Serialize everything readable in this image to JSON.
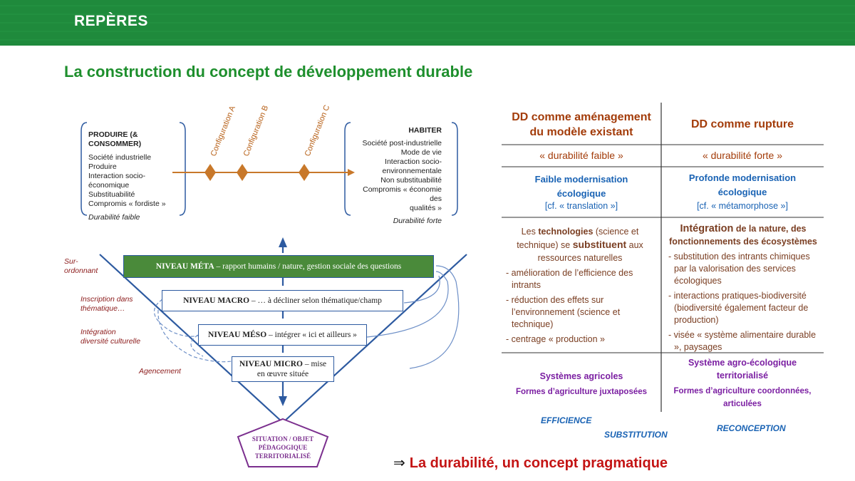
{
  "banner": {
    "title": "REPÈRES"
  },
  "slide_title": "La construction du concept de développement durable",
  "top_diagram": {
    "left_box": {
      "heading": "PRODUIRE (& CONSOMMER)",
      "lines": [
        "Société industrielle",
        "Produire",
        "Interaction socio-",
        "économique",
        "Substituabilité",
        "Compromis « fordiste »"
      ],
      "footer": "Durabilité faible"
    },
    "right_box": {
      "heading": "HABITER",
      "lines": [
        "Société post-industrielle",
        "Mode de vie",
        "Interaction socio-",
        "environnementale",
        "Non substituabilité",
        "Compromis « économie des",
        "qualités »"
      ],
      "footer": "Durabilité forte"
    },
    "configurations": [
      "Configuration A",
      "Configuration B",
      "Configuration C"
    ]
  },
  "v_diagram": {
    "side_labels": [
      "Sur-",
      "ordonnant",
      "Inscription dans",
      "thématique…",
      "Intégration",
      "diversité culturelle",
      "Agencement"
    ],
    "levels": {
      "meta_name": "NIVEAU MÉTA",
      "meta_desc": " – rapport humains / nature, gestion sociale des questions",
      "macro_name": "NIVEAU MACRO",
      "macro_desc": " – … à décliner selon thématique/champ",
      "meso_name": "NIVEAU MÉSO",
      "meso_desc": " – intégrer « ici et ailleurs »",
      "micro_name": "NIVEAU MICRO",
      "micro_desc": " – mise",
      "micro_line2": "en œuvre située"
    },
    "pentagon": [
      "SITUATION / OBJET",
      "PÉDAGOGIQUE",
      "TERRITORIALISÉ"
    ]
  },
  "table": {
    "col1_header": [
      "DD comme aménagement",
      "du modèle existant"
    ],
    "col2_header": "DD comme rupture",
    "col1_row1": "« durabilité faible »",
    "col2_row1": "« durabilité forte »",
    "col1_row2": {
      "title": [
        "Faible modernisation",
        "écologique"
      ],
      "note": "[cf. « translation »]"
    },
    "col2_row2": {
      "title": [
        "Profonde modernisation",
        "écologique"
      ],
      "note": "[cf. « métamorphose »]"
    },
    "col1_row3": {
      "intro_a": "Les ",
      "intro_b": "technologies",
      "intro_c": " (science et technique) se ",
      "intro_d": "substituent",
      "intro_e": " aux ressources naturelles",
      "items": [
        "- amélioration de l’efficience des intrants",
        "- réduction des effets sur l’environnement (science et technique)",
        "- centrage « production »"
      ]
    },
    "col2_row3": {
      "intro_a": "Intégration",
      "intro_b": " de la nature, des fonctionnements des écosystèmes",
      "items": [
        "- substitution des intrants chimiques par la valorisation des services écologiques",
        "- interactions pratiques-biodiversité (biodiversité également facteur de production)",
        "- visée « système alimentaire durable », paysages"
      ]
    },
    "col1_row4": [
      "Systèmes agricoles",
      "Formes d’agriculture juxtaposées"
    ],
    "col2_row4": [
      "Système agro-écologique",
      "territorialisé",
      "Formes d’agriculture coordonnées,",
      "articulées"
    ]
  },
  "keywords": [
    "EFFICIENCE",
    "SUBSTITUTION",
    "RECONCEPTION"
  ],
  "conclusion": {
    "arrow": "⇒",
    "text": "La durabilité, un concept pragmatique"
  },
  "colors": {
    "banner": "#1f8a3c",
    "title_green": "#1e8f2d",
    "header_brown": "#a33c0a",
    "blue": "#1a63b4",
    "purple": "#7b1fa2",
    "red": "#c41414"
  }
}
